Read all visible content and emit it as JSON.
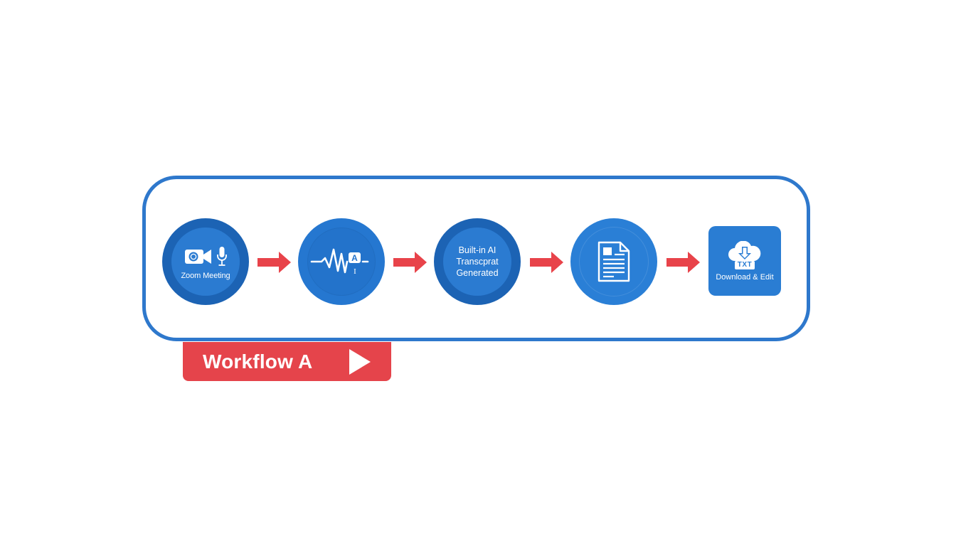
{
  "diagram": {
    "title_badge": {
      "label": "Workflow A",
      "icon": "play-icon",
      "color": "#e5444b"
    },
    "container_border_color": "#2e78cc",
    "arrow_color": "#e8434a",
    "steps": [
      {
        "id": 1,
        "label": "Zoom Meeting",
        "icons": [
          "video-camera-icon",
          "microphone-icon"
        ],
        "shape": "circle"
      },
      {
        "id": 2,
        "label": "",
        "icons": [
          "audio-waveform-icon",
          "text-a-icon"
        ],
        "badge_text": "A",
        "cursor_text": "I",
        "shape": "circle"
      },
      {
        "id": 3,
        "label_lines": [
          "Built-in AI",
          "Transcprat",
          "Generated"
        ],
        "shape": "circle"
      },
      {
        "id": 4,
        "label": "",
        "icons": [
          "document-icon"
        ],
        "shape": "circle"
      },
      {
        "id": 5,
        "label": "Download & Edit",
        "icons": [
          "cloud-download-icon"
        ],
        "file_badge": "TXT",
        "shape": "rounded-square"
      }
    ]
  }
}
